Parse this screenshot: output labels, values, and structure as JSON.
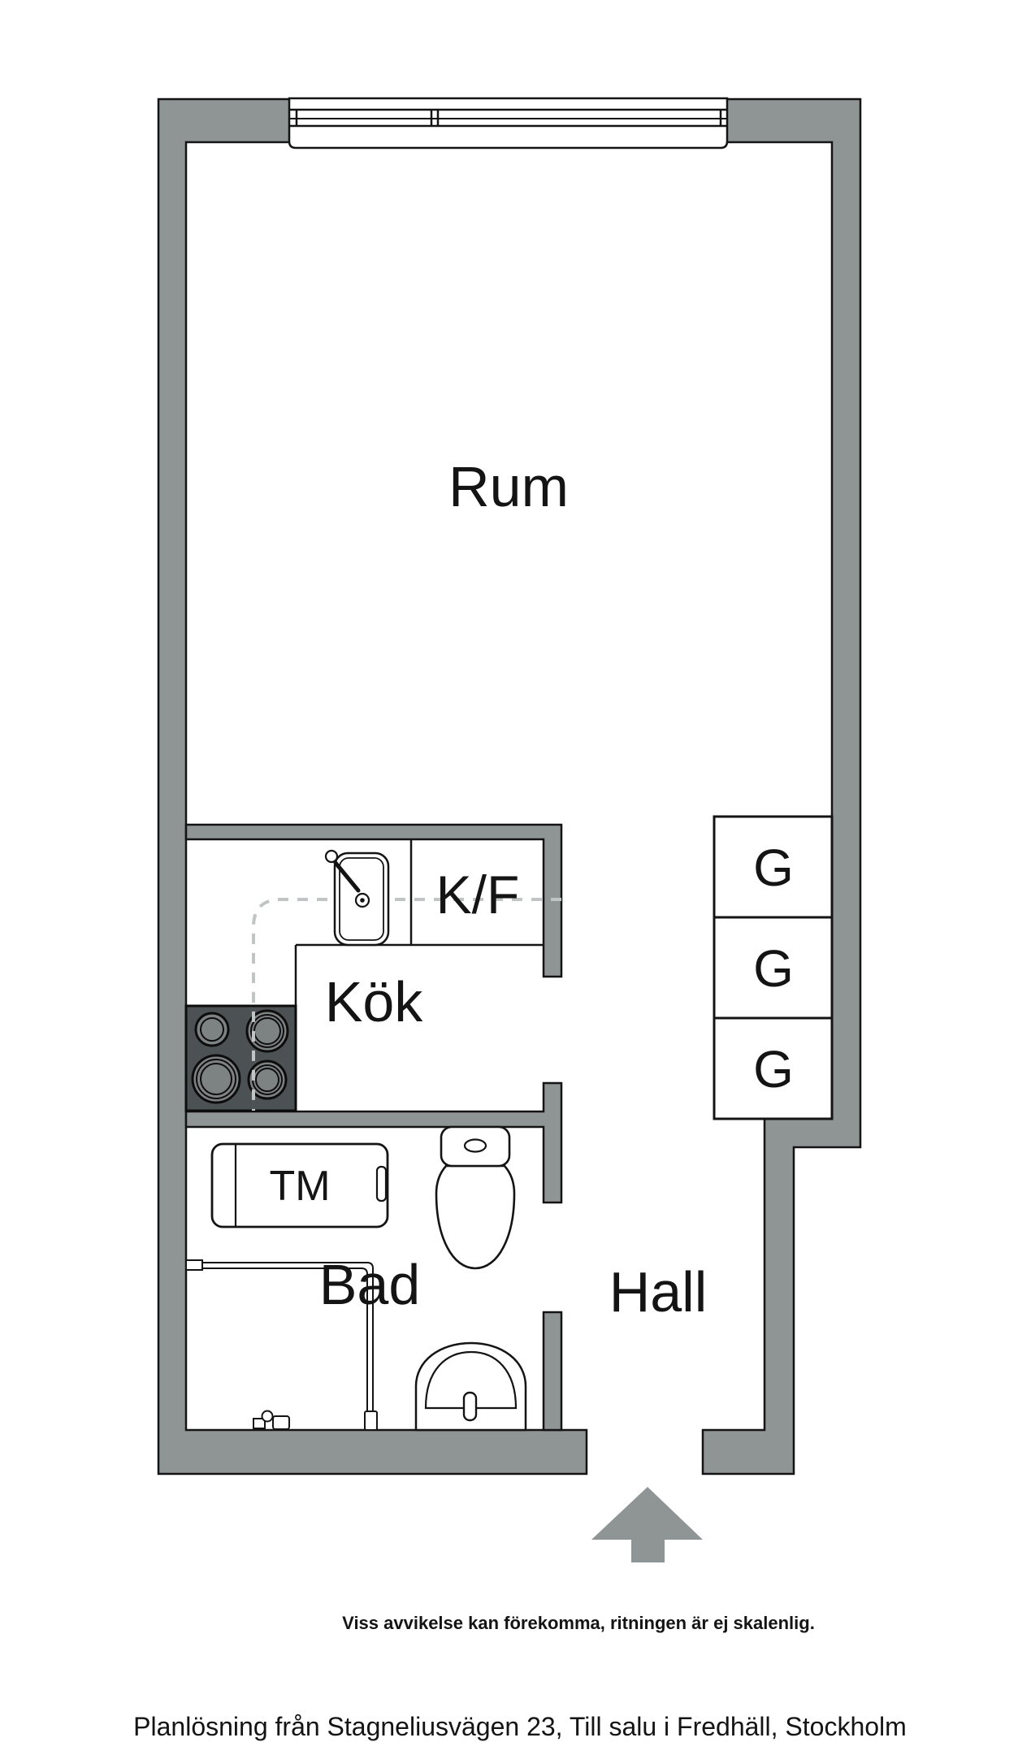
{
  "plan": {
    "rooms": {
      "rum": "Rum",
      "kok": "Kök",
      "kf": "K/F",
      "bad": "Bad",
      "hall": "Hall",
      "tm": "TM",
      "g": "G"
    },
    "captions": {
      "disclaimer": "Viss avvikelse kan förekomma, ritningen är ej skalenlig.",
      "footer": "Planlösning från Stagneliusvägen 23, Till salu i Fredhäll, Stockholm"
    },
    "colors": {
      "wall": "#8f9494",
      "stove": "#4c5154",
      "burner": "#7d8283",
      "dash": "#c0c4c4",
      "white": "#ffffff",
      "caption_gray": "#54585b",
      "text_black": "#000000"
    }
  }
}
